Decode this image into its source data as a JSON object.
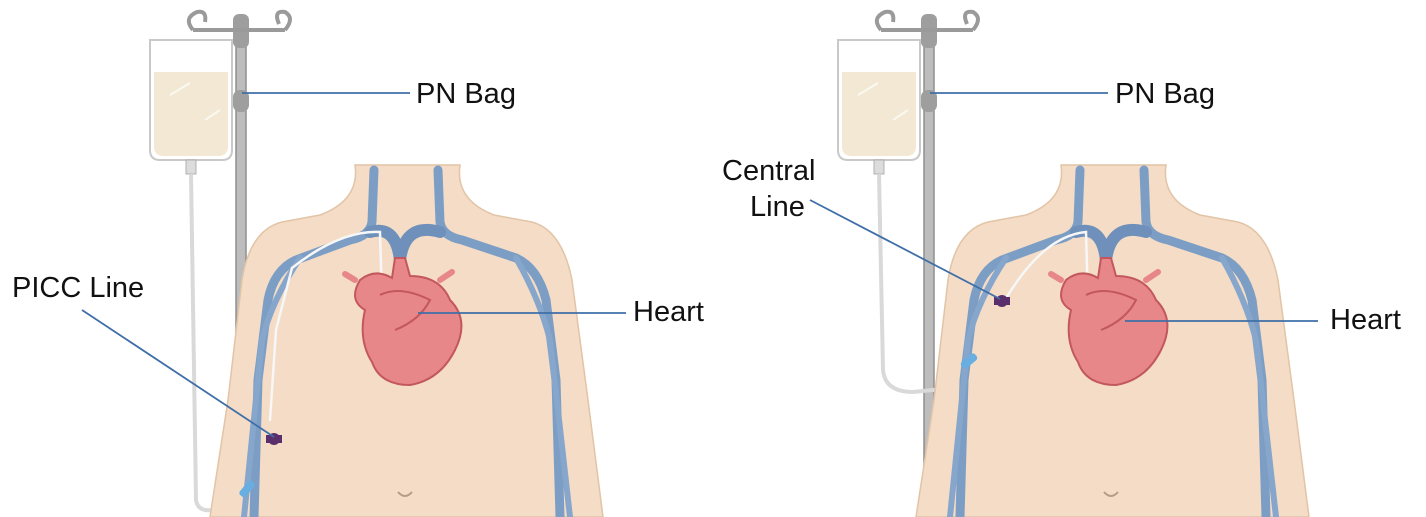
{
  "panels": [
    {
      "id": "picc",
      "labels": {
        "bag": "PN Bag",
        "line": "PICC Line",
        "heart": "Heart"
      }
    },
    {
      "id": "central",
      "labels": {
        "bag": "PN Bag",
        "line_1": "Central",
        "line_2": "Line",
        "heart": "Heart"
      }
    }
  ],
  "colors": {
    "skin": "#f4d9c1",
    "skin_outline": "#d9b89b",
    "vein": "#7d9ec4",
    "vein_dark": "#4c6f9a",
    "heart": "#e57a7c",
    "heart_dark": "#b94a4f",
    "leader": "#3f6fa8",
    "fluid": "#f3ead6",
    "pole": "#b8b8b8",
    "catheter_hub": "#5b2f6b"
  }
}
